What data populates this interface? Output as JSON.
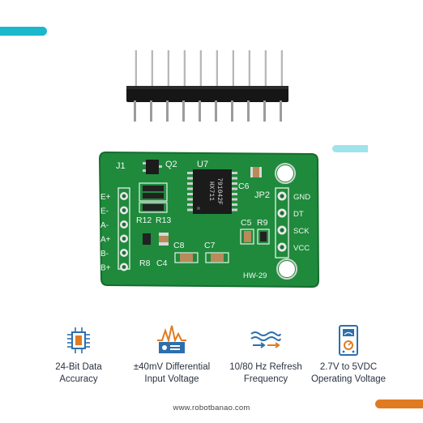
{
  "colors": {
    "accent_cyan": "#1bb8cc",
    "accent_cyan_light": "#9fe3ec",
    "accent_orange": "#e07b22",
    "pcb_green": "#1f8a3c",
    "icon_blue": "#2d6fae"
  },
  "board": {
    "header_labels": [
      "J1",
      "Q2",
      "U7",
      "JP2"
    ],
    "left_pins": [
      "E+",
      "E-",
      "A-",
      "A+",
      "B-",
      "B+"
    ],
    "right_pins": [
      "GND",
      "DT",
      "SCK",
      "VCC"
    ],
    "component_labels": [
      "R12",
      "R13",
      "R8",
      "C4",
      "C8",
      "C7",
      "C5",
      "R9",
      "C6"
    ],
    "chip_lines": [
      "HX711",
      "791042F"
    ],
    "model": "HW-29"
  },
  "features": [
    {
      "icon": "chip-icon",
      "line1": "24-Bit Data",
      "line2": "Accuracy"
    },
    {
      "icon": "voltage-meter-icon",
      "line1": "±40mV Differential",
      "line2": "Input Voltage"
    },
    {
      "icon": "wave-frequency-icon",
      "line1": "10/80 Hz Refresh",
      "line2": "Frequency"
    },
    {
      "icon": "multimeter-icon",
      "line1": "2.7V to 5VDC",
      "line2": "Operating Voltage"
    }
  ],
  "footer": {
    "url": "www.robotbanao.com"
  }
}
